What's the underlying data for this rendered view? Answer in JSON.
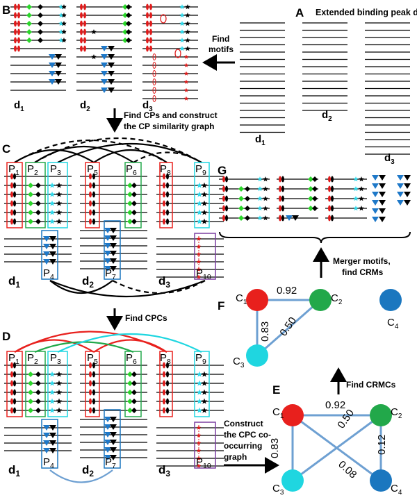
{
  "panels": {
    "A": "A",
    "B": "B",
    "C": "C",
    "D": "D",
    "E": "E",
    "F": "F",
    "G": "G"
  },
  "panel_A": {
    "title": "Extended binding peak datasets"
  },
  "datasets": [
    "d",
    "d",
    "d"
  ],
  "dataset_subscripts": [
    "1",
    "2",
    "3"
  ],
  "arrows": {
    "find_motifs": [
      "Find",
      "motifs"
    ],
    "find_cps": [
      "Find CPs and construct",
      "the CP similarity graph"
    ],
    "find_cpcs": "Find CPCs",
    "construct": [
      "Construct",
      "the CPC co-",
      "occurring",
      "graph"
    ],
    "find_crmcs": "Find CRMCs",
    "merger": [
      "Merger motifs,",
      "find CRMs"
    ]
  },
  "patterns": [
    "P",
    "P",
    "P",
    "P",
    "P",
    "P",
    "P",
    "P",
    "P",
    "P"
  ],
  "pattern_subscripts": [
    "1",
    "2",
    "3",
    "4",
    "5",
    "6",
    "7",
    "8",
    "9",
    "10"
  ],
  "clusters": [
    "C",
    "C",
    "C",
    "C"
  ],
  "cluster_subscripts": [
    "1",
    "2",
    "3",
    "4"
  ],
  "graph_E_edges": [
    "0.92",
    "0.83",
    "0.50",
    "0.12",
    "0.08"
  ],
  "graph_F_edges": [
    "0.92",
    "0.83",
    "0.50"
  ],
  "colors": {
    "red": "#e8201d",
    "green": "#22a84a",
    "cyan": "#1fd6e0",
    "blue": "#1b77bf",
    "purple": "#7b3fa0",
    "edge": "#6ea0d2",
    "motif_red": "#e01b1b",
    "motif_green": "#2ad62a",
    "motif_cyan": "#2fd8ea",
    "motif_blue": "#1e78c8"
  }
}
